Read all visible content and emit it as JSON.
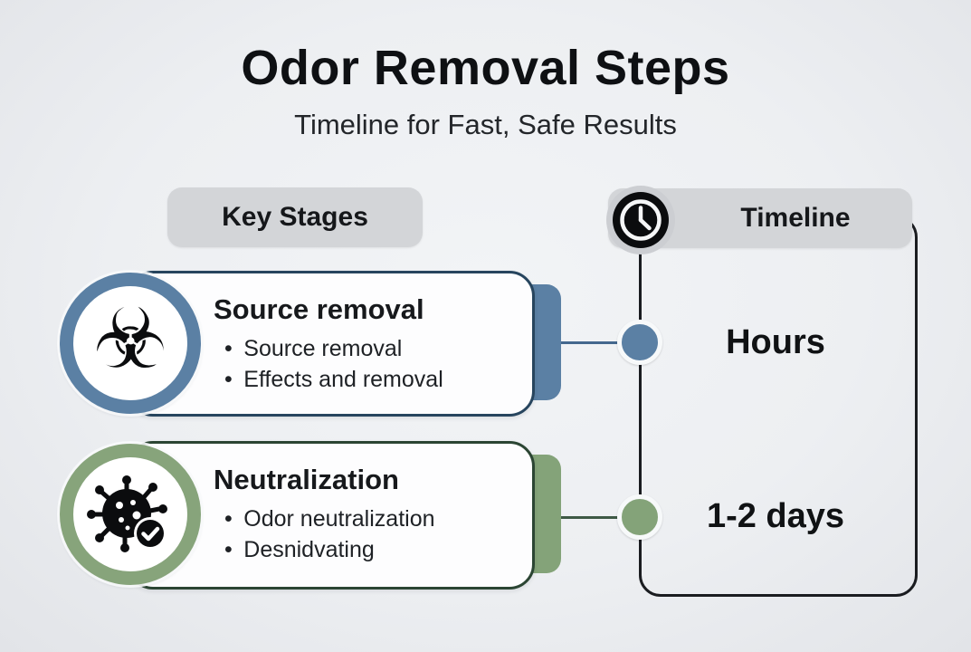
{
  "header": {
    "title": "Odor Removal Steps",
    "subtitle": "Timeline for Fast, Safe Results"
  },
  "column_headers": {
    "left": "Key Stages",
    "right": "Timeline",
    "right_icon": "clock-icon"
  },
  "stages": [
    {
      "title": "Source removal",
      "bullets": [
        "Source removal",
        "Effects and removal"
      ],
      "icon": "biohazard-icon",
      "duration": "Hours",
      "accent_color": "#5b80a4",
      "border_color": "#27455e"
    },
    {
      "title": "Neutralization",
      "bullets": [
        "Odor neutralization",
        "Desnidvating"
      ],
      "icon": "germ-check-icon",
      "duration": "1-2 days",
      "accent_color": "#84a379",
      "border_color": "#2b4533"
    }
  ],
  "colors": {
    "background": "#edeff2",
    "badge_gray": "#d3d5d8",
    "timeline_border": "#1a1c20",
    "blue_accent": "#5b80a4",
    "green_accent": "#84a379",
    "text_dark": "#14161a"
  }
}
